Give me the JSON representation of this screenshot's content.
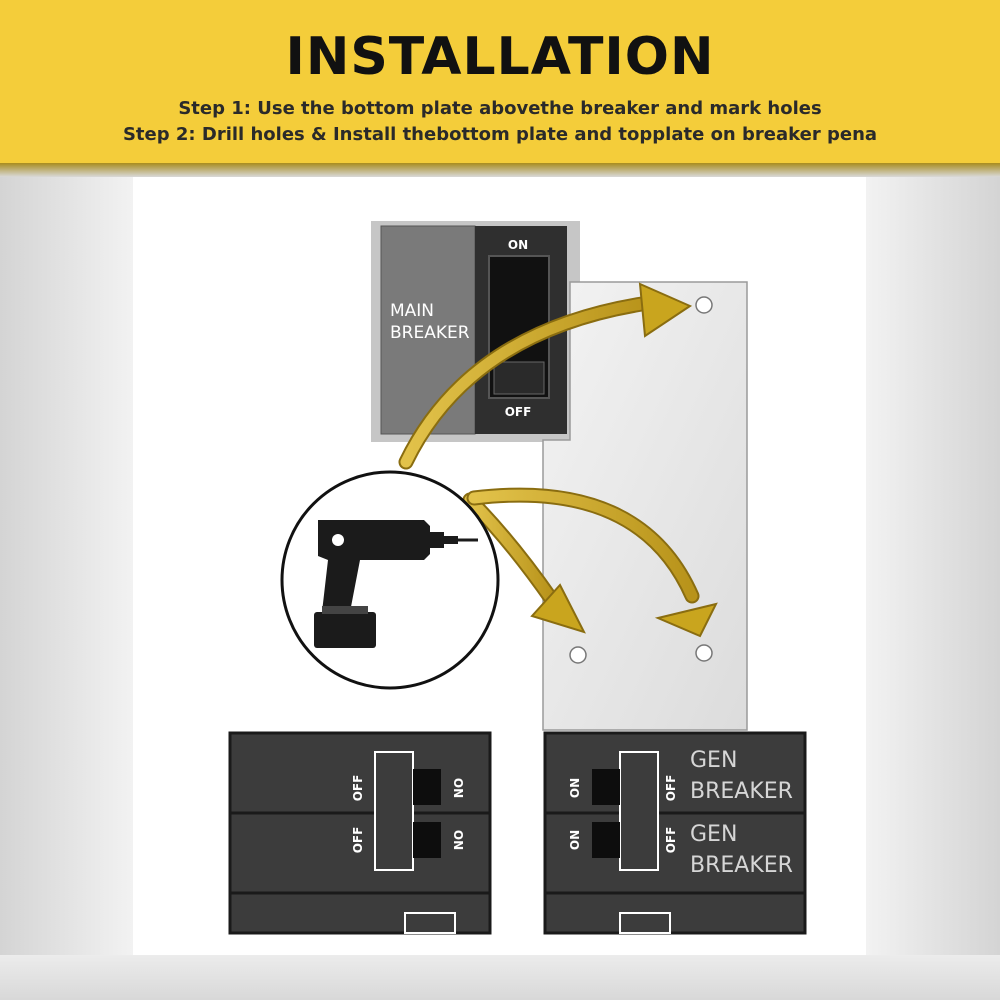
{
  "header": {
    "title": "INSTALLATION",
    "step1": "Step 1: Use the bottom plate abovethe breaker and mark holes",
    "step2": "Step 2: Drill holes & Install thebottom plate and topplate on breaker pena"
  },
  "main_breaker": {
    "label_line1": "MAIN",
    "label_line2": "BREAKER",
    "on": "ON",
    "off": "OFF"
  },
  "left_breakers": {
    "off": "OFF",
    "on": "ON"
  },
  "gen_breakers": {
    "label_line1": "GEN",
    "label_line2": "BREAKER",
    "on": "ON",
    "off": "OFF"
  },
  "colors": {
    "banner": "#f4cd3a",
    "arrow": "#c9a51e",
    "breaker": "#3c3c3c"
  },
  "icons": [
    "drill-icon",
    "curved-arrow-icon"
  ]
}
